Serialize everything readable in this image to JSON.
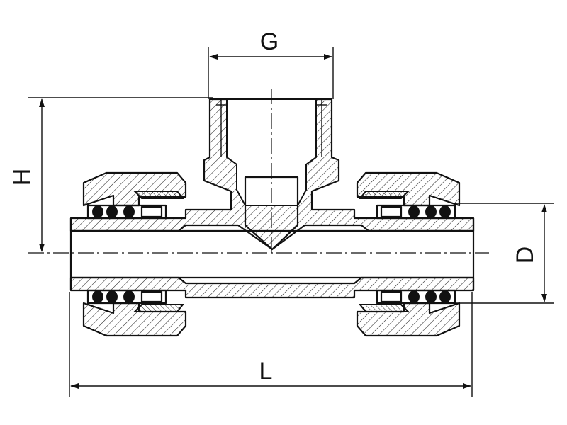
{
  "dimensions": {
    "g_label": "G",
    "h_label": "H",
    "d_label": "D",
    "l_label": "L"
  }
}
